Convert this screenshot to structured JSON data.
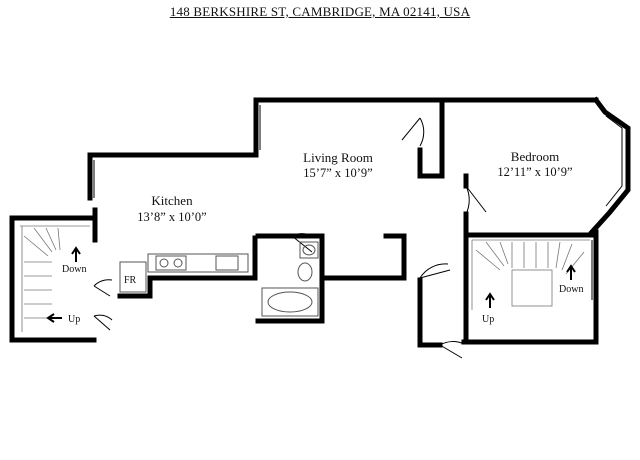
{
  "title": "148 BERKSHIRE ST, CAMBRIDGE, MA 02141, USA",
  "rooms": {
    "living": {
      "name": "Living Room",
      "dims": "15’7” x 10’9”"
    },
    "bedroom": {
      "name": "Bedroom",
      "dims": "12’11” x 10’9”"
    },
    "kitchen": {
      "name": "Kitchen",
      "dims": "13’8” x 10’0”"
    }
  },
  "labels": {
    "fr": "FR",
    "stair_left_down": "Down",
    "stair_left_up": "Up",
    "stair_right_up": "Up",
    "stair_right_down": "Down"
  },
  "colors": {
    "wall": "#000000",
    "fixture": "#555555",
    "background": "#ffffff"
  }
}
